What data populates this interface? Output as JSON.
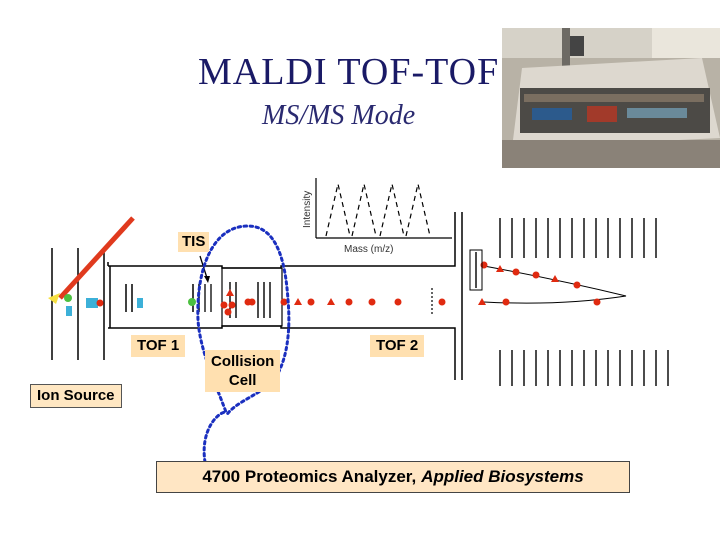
{
  "slide": {
    "title": "MALDI TOF-TOF",
    "subtitle": "MS/MS Mode"
  },
  "labels": {
    "tis": "TIS",
    "tof1": "TOF 1",
    "tof2": "TOF 2",
    "collision_cell_line1": "Collision",
    "collision_cell_line2": "Cell",
    "ion_source": "Ion Source"
  },
  "inset_spectrum": {
    "y_axis_label": "Intensity",
    "x_axis_label": "Mass (m/z)"
  },
  "caption": {
    "text": "4700 Proteomics Analyzer,",
    "company": "Applied Biosystems"
  },
  "colors": {
    "title": "#1a1a66",
    "label_fill": "#ffe0b0",
    "dotted_path": "#1a2fbf",
    "laser": "#e03a1e",
    "ion_red": "#e02a10",
    "ion_cyan": "#3cb0d8",
    "ion_green": "#4cc040"
  }
}
